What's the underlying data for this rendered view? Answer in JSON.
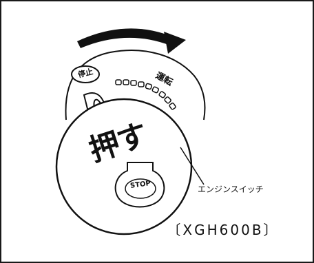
{
  "labels": {
    "stop_tag": "停止",
    "run_tag": "運転",
    "push_text": "押す",
    "stop_button": "STOP",
    "switch_caption": "エンジンスイッチ",
    "model": "〔XGH600B〕"
  },
  "colors": {
    "line": "#111111",
    "background": "#ffffff"
  },
  "icons": [
    "rotation-arrow-icon",
    "engine-switch-knob-icon"
  ]
}
